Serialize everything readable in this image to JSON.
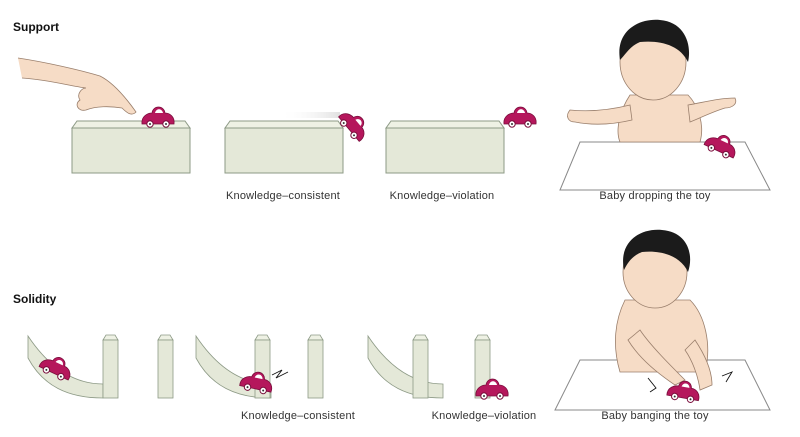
{
  "sections": {
    "support": {
      "title": "Support",
      "labels": {
        "consistent": "Knowledge–consistent",
        "violation": "Knowledge–violation",
        "baby": "Baby dropping the toy"
      }
    },
    "solidity": {
      "title": "Solidity",
      "labels": {
        "consistent": "Knowledge–consistent",
        "violation": "Knowledge–violation",
        "baby": "Baby banging the toy"
      }
    }
  },
  "colors": {
    "car": "#b5175c",
    "block": "#e4e8d8",
    "block_edge": "#8d9a86",
    "skin": "#f6dcc6",
    "hair": "#1b1b1b"
  }
}
